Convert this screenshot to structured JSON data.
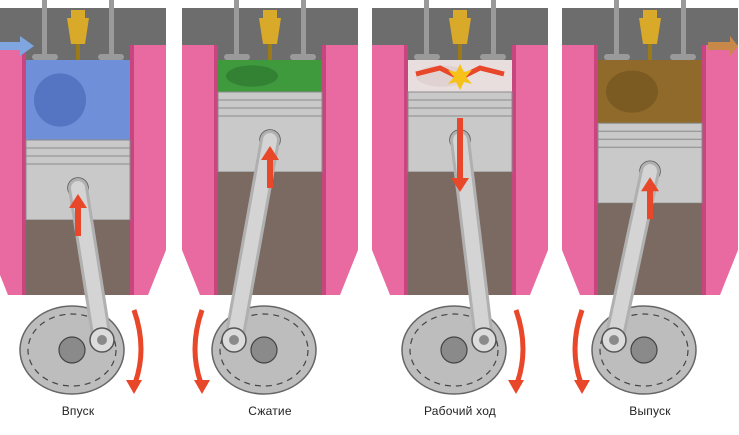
{
  "figure": {
    "panels": [
      {
        "label": "Впуск",
        "fill_color": "#6f8fd8",
        "fill_dark": "#3f5fb0",
        "piston_level": 0.0,
        "piston_arrow": "up",
        "crank_arrow": "clockwise",
        "flow_arrow": "in",
        "spark": false
      },
      {
        "label": "Сжатие",
        "fill_color": "#3f9a3e",
        "fill_dark": "#2a6d29",
        "piston_level": 1.0,
        "piston_arrow": "up",
        "crank_arrow": "counterclockwise",
        "flow_arrow": "none",
        "spark": false
      },
      {
        "label": "Рабочий  ход",
        "fill_color": "#e9dede",
        "fill_dark": "#d8c8c8",
        "piston_level": 1.0,
        "piston_arrow": "down",
        "crank_arrow": "clockwise",
        "flow_arrow": "none",
        "spark": true
      },
      {
        "label": "Выпуск",
        "fill_color": "#8f6a2a",
        "fill_dark": "#6d4e1c",
        "piston_level": 0.35,
        "piston_arrow": "up",
        "crank_arrow": "counterclockwise",
        "flow_arrow": "out",
        "spark": false
      }
    ],
    "colors": {
      "cylinder_wall": "#e86aa0",
      "cylinder_dark": "#c9457f",
      "piston": "#c9c9c9",
      "block": "#7a6a62",
      "crank": "#bdbdbd",
      "valve": "#9a9a9a",
      "spark_plug": "#d9a92a",
      "motion_arrow": "#e8472a",
      "intake_arrow": "#7fa6e0",
      "exhaust_arrow": "#c8884a"
    }
  }
}
